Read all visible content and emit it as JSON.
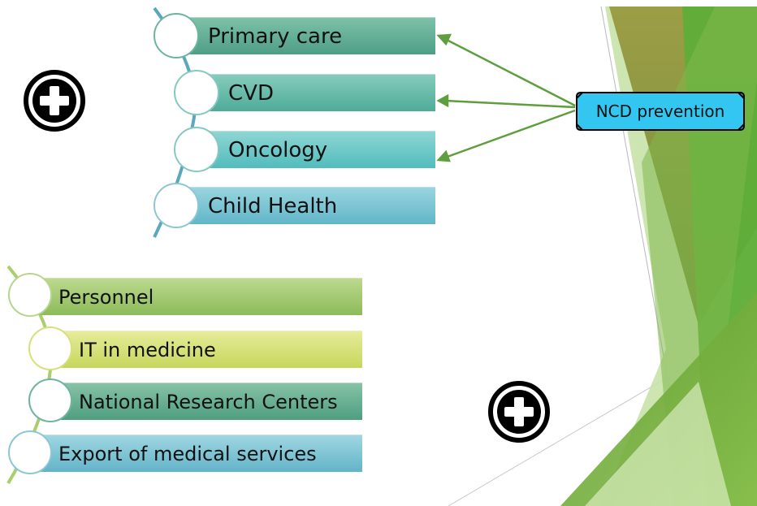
{
  "group_one": {
    "items": [
      {
        "label": "Primary care",
        "color": "#5fae96"
      },
      {
        "label": "CVD",
        "color": "#4fb09f"
      },
      {
        "label": "Oncology",
        "color": "#56bcc0"
      },
      {
        "label": "Child Health",
        "color": "#6fbccc"
      }
    ],
    "connector_color": "#5aa8c0"
  },
  "group_two": {
    "items": [
      {
        "label": "Personnel",
        "color": "#9dc46a"
      },
      {
        "label": "IT in medicine",
        "color": "#d1dc6a"
      },
      {
        "label": "National Research Centers",
        "color": "#5faa8a"
      },
      {
        "label": "Export of medical services",
        "color": "#6fb8c8"
      }
    ],
    "connector_color": "#a9cf6c"
  },
  "callout": {
    "label": "NCD prevention",
    "fill": "#33c6f0",
    "arrow_color": "#5e9e3e"
  },
  "icons": [
    "plus-circle-icon",
    "plus-circle-icon"
  ],
  "accent_colors": {
    "green_dark": "#5da53a",
    "green_light": "#a8d06a",
    "olive": "#8a9a3e"
  }
}
